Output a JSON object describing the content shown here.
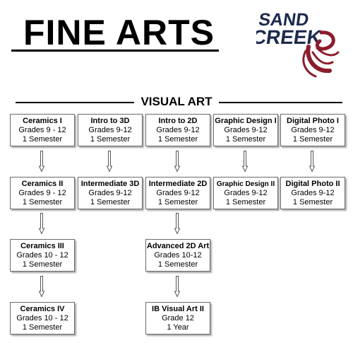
{
  "header": {
    "title": "FINE ARTS",
    "logo_line1": "SAND",
    "logo_line2": "CREEK",
    "logo_colors": {
      "navy": "#1d2a4e",
      "red": "#8a1d2c"
    }
  },
  "section_title": "VISUAL ART",
  "courses": {
    "ceramics_1": {
      "name": "Ceramics I",
      "grades": "Grades 9 - 12",
      "length": "1 Semester"
    },
    "ceramics_2": {
      "name": "Ceramics II",
      "grades": "Grades 9 - 12",
      "length": "1 Semester"
    },
    "ceramics_3": {
      "name": "Ceramics III",
      "grades": "Grades 10 - 12",
      "length": "1 Semester"
    },
    "ceramics_4": {
      "name": "Ceramics IV",
      "grades": "Grades 10 - 12",
      "length": "1 Semester"
    },
    "intro_3d": {
      "name": "Intro to 3D",
      "grades": "Grades 9-12",
      "length": "1 Semester"
    },
    "intermediate_3d": {
      "name": "Intermediate 3D",
      "grades": "Grades 9-12",
      "length": "1 Semester"
    },
    "intro_2d": {
      "name": "Intro to 2D",
      "grades": "Grades 9-12",
      "length": "1 Semester"
    },
    "intermediate_2d": {
      "name": "Intermediate 2D",
      "grades": "Grades 9-12",
      "length": "1 Semester"
    },
    "advanced_2d": {
      "name": "Advanced 2D Art",
      "grades": "Grades 10-12",
      "length": "1 Semester"
    },
    "ib_visual_art_2": {
      "name": "IB Visual Art II",
      "grades": "Grade 12",
      "length": "1 Year"
    },
    "graphic_design_1": {
      "name": "Graphic Design I",
      "grades": "Grades 9-12",
      "length": "1 Semester"
    },
    "graphic_design_2": {
      "name": "Graphic Design II",
      "grades": "Grades 9-12",
      "length": "1 Semester"
    },
    "digital_photo_1": {
      "name": "Digital Photo I",
      "grades": "Grades 9-12",
      "length": "1 Semester"
    },
    "digital_photo_2": {
      "name": "Digital Photo II",
      "grades": "Grades 9-12",
      "length": "1 Semester"
    }
  }
}
